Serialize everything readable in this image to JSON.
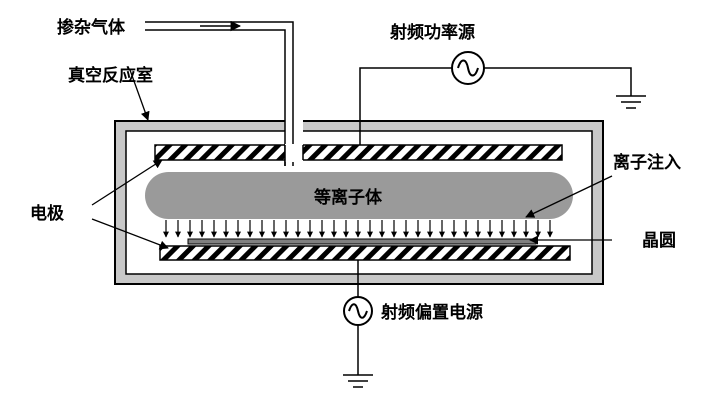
{
  "labels": {
    "dopant_gas": "掺杂气体",
    "vacuum_chamber": "真空反应室",
    "rf_power_source": "射频功率源",
    "electrode": "电极",
    "plasma": "等离子体",
    "ion_implantation": "离子注入",
    "wafer": "晶圆",
    "rf_bias_source": "射频偏置电源"
  },
  "colors": {
    "chamber_wall": "#c8c8c8",
    "plasma": "#9a9a9a",
    "wafer": "#808080",
    "line": "#000000"
  }
}
